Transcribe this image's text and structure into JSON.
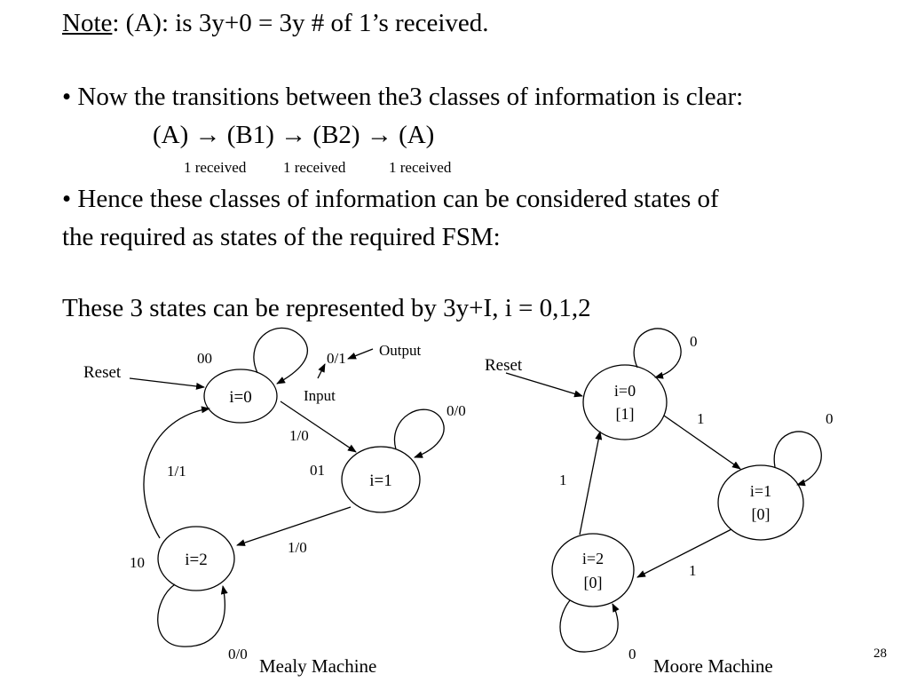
{
  "text": {
    "note_label": "Note",
    "note_text": ": (A): is 3y+0 = 3y # of 1’s received.",
    "bullet1": "• Now the transitions between the3 classes of information is clear:",
    "transitions": "(A) → (B1) → (B2) → (A)",
    "received_labels": [
      "1 received",
      "1 received",
      "1 received"
    ],
    "bullet2_line1": "• Hence these classes of information can be considered states of",
    "bullet2_line2": "the required as states of the required FSM:",
    "states_line": "These 3 states can be represented by 3y+I,   i = 0,1,2",
    "page_number": "28"
  },
  "mealy": {
    "title": "Mealy Machine",
    "reset_label": "Reset",
    "output_annotation": "Output",
    "input_annotation": "Input",
    "states": [
      {
        "id": "s0",
        "label": "i=0",
        "code": "00"
      },
      {
        "id": "s1",
        "label": "i=1",
        "code": "01"
      },
      {
        "id": "s2",
        "label": "i=2",
        "code": "10"
      }
    ],
    "transitions": [
      {
        "from": "s0",
        "to": "s0",
        "label": "0/1"
      },
      {
        "from": "s0",
        "to": "s1",
        "label": "1/0"
      },
      {
        "from": "s1",
        "to": "s1",
        "label": "0/0"
      },
      {
        "from": "s1",
        "to": "s2",
        "label": "1/0"
      },
      {
        "from": "s2",
        "to": "s2",
        "label": "0/0"
      },
      {
        "from": "s2",
        "to": "s0",
        "label": "1/1"
      }
    ]
  },
  "moore": {
    "title": "Moore Machine",
    "reset_label": "Reset",
    "states": [
      {
        "id": "q0",
        "label": "i=0",
        "output": "[1]"
      },
      {
        "id": "q1",
        "label": "i=1",
        "output": "[0]"
      },
      {
        "id": "q2",
        "label": "i=2",
        "output": "[0]"
      }
    ],
    "transitions": [
      {
        "from": "q0",
        "to": "q0",
        "label": "0"
      },
      {
        "from": "q0",
        "to": "q1",
        "label": "1"
      },
      {
        "from": "q1",
        "to": "q1",
        "label": "0"
      },
      {
        "from": "q1",
        "to": "q2",
        "label": "1"
      },
      {
        "from": "q2",
        "to": "q2",
        "label": "0"
      },
      {
        "from": "q2",
        "to": "q0",
        "label": "1"
      }
    ]
  }
}
